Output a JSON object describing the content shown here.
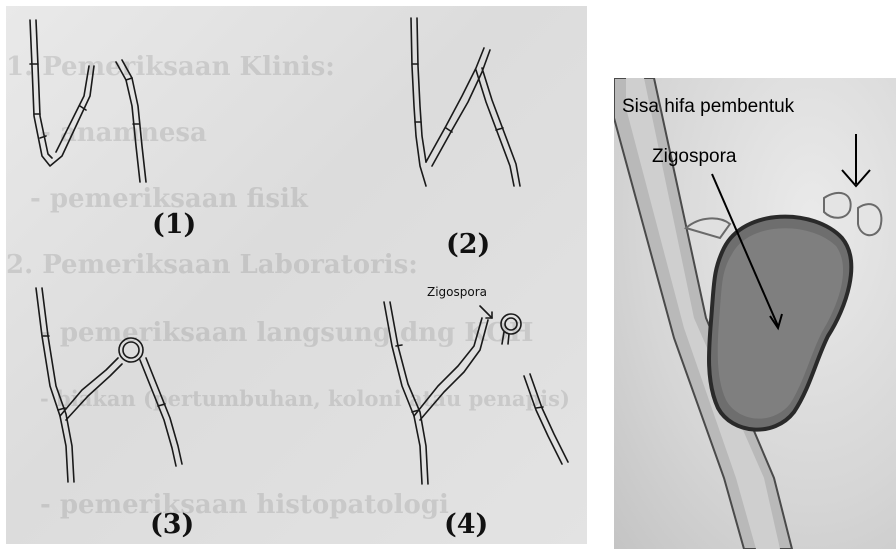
{
  "figures": {
    "label_1": "(1)",
    "label_2": "(2)",
    "label_3": "(3)",
    "label_4": "(4)",
    "zigospora_small": "Zigospora"
  },
  "background_text": {
    "line1": "1. Pemeriksaan Klinis:",
    "line2": "- anamnesa",
    "line3": "- pemeriksaan fisik",
    "line4": "2. Pemeriksaan Laboratoris:",
    "line5": "- pemeriksaan langsung dng KOH",
    "line6": "- biakan (pertumbuhan, koloni atau penapis)",
    "line7": "- pemeriksaan histopatologi"
  },
  "photo": {
    "label_hyphae": "Sisa hifa pembentuk",
    "label_zygospore": "Zigospora"
  }
}
